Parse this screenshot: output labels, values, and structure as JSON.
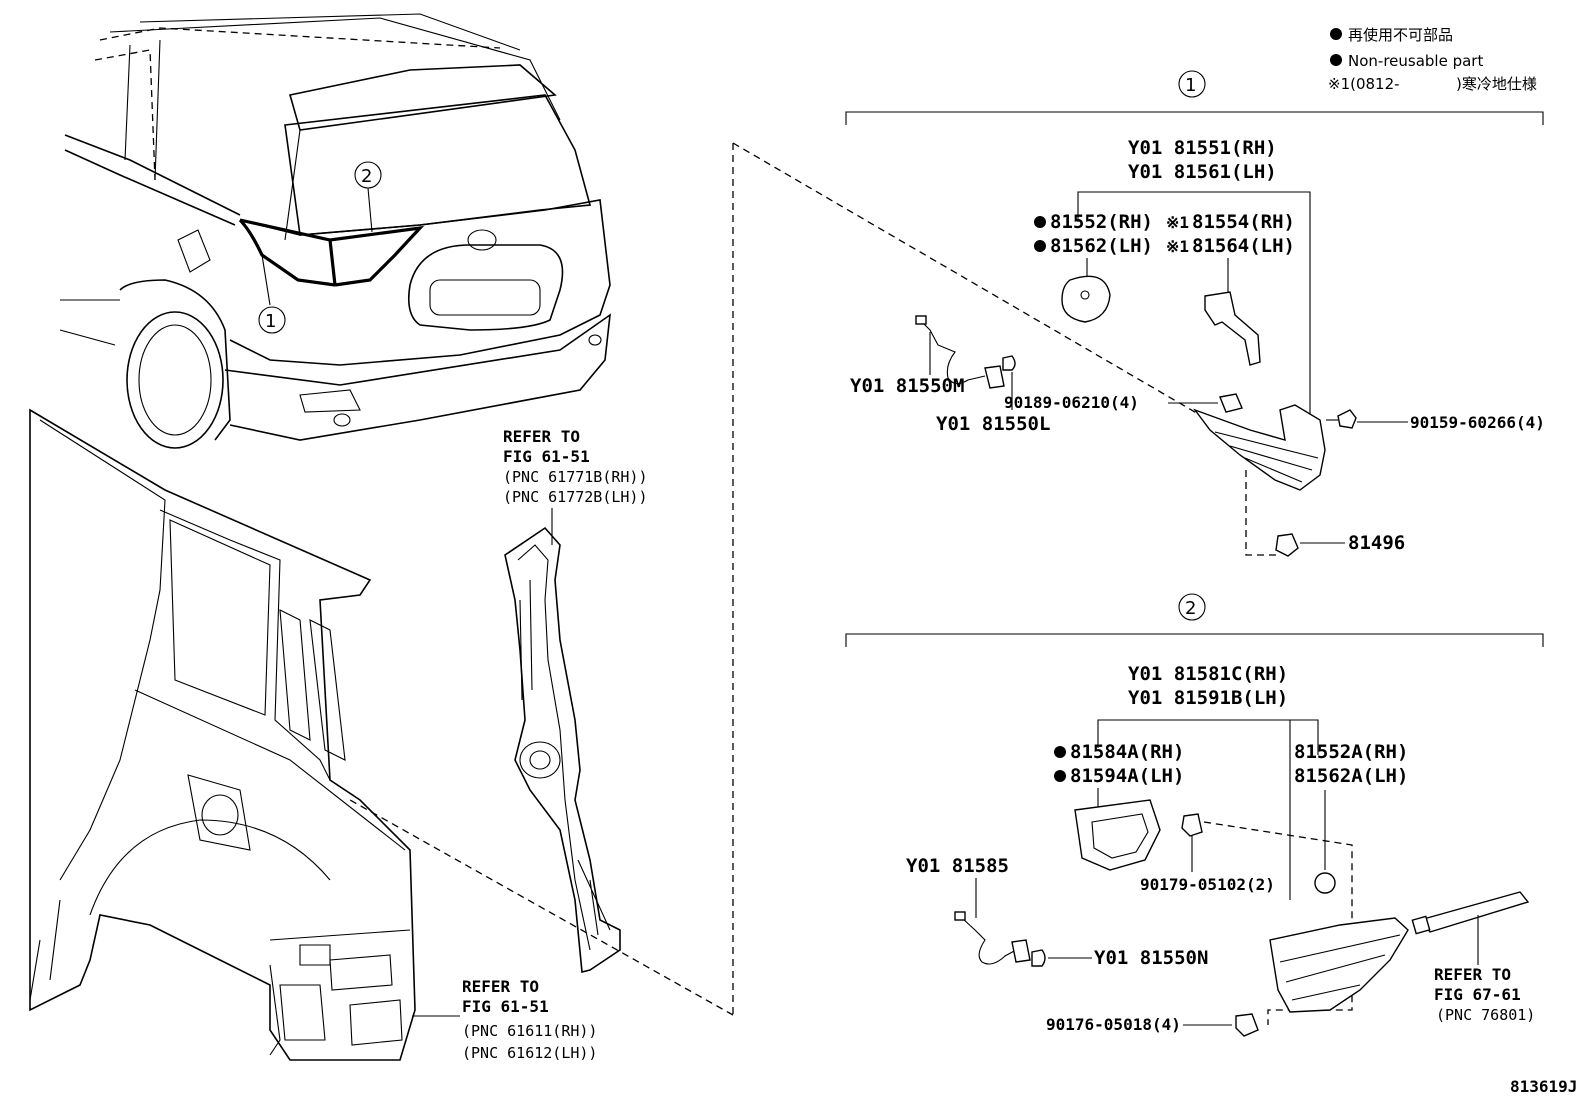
{
  "legend": {
    "line1": "再使用不可部品",
    "line2": "Non-reusable part",
    "line3_a": "※1(0812-",
    "line3_b": ")寒冷地仕様"
  },
  "callouts": {
    "one": "1",
    "two": "2"
  },
  "section1": {
    "assy_rh": "Y01 81551(RH)",
    "assy_lh": "Y01 81561(LH)",
    "lens_rh": "81552(RH)",
    "lens_lh": "81562(LH)",
    "cold_mark": "※1",
    "cold_rh": "81554(RH)",
    "cold_lh": "81564(LH)",
    "socket_m": "Y01 81550M",
    "bulb_l": "Y01 81550L",
    "nut": "90189-06210(4)",
    "screw": "90159-60266(4)",
    "clip": "81496"
  },
  "section2": {
    "assy_rh": "Y01 81581C(RH)",
    "assy_lh": "Y01 81591B(LH)",
    "gasket_rh": "81584A(RH)",
    "gasket_lh": "81594A(LH)",
    "lens_rh": "81552A(RH)",
    "lens_lh": "81562A(LH)",
    "socket": "Y01 81585",
    "bulb": "Y01 81550N",
    "grommet": "90179-05102(2)",
    "nut": "90176-05018(4)",
    "refer_a": "REFER TO",
    "refer_b": "FIG 67-61",
    "refer_c": "(PNC 76801)"
  },
  "left_refs": {
    "pillar_a": "REFER TO",
    "pillar_b": "FIG 61-51",
    "pillar_c": "(PNC 61771B(RH))",
    "pillar_d": "(PNC 61772B(LH))",
    "panel_a": "REFER TO",
    "panel_b": "FIG 61-51",
    "panel_c": "(PNC 61611(RH))",
    "panel_d": "(PNC 61612(LH))"
  },
  "figure_id": "813619J"
}
